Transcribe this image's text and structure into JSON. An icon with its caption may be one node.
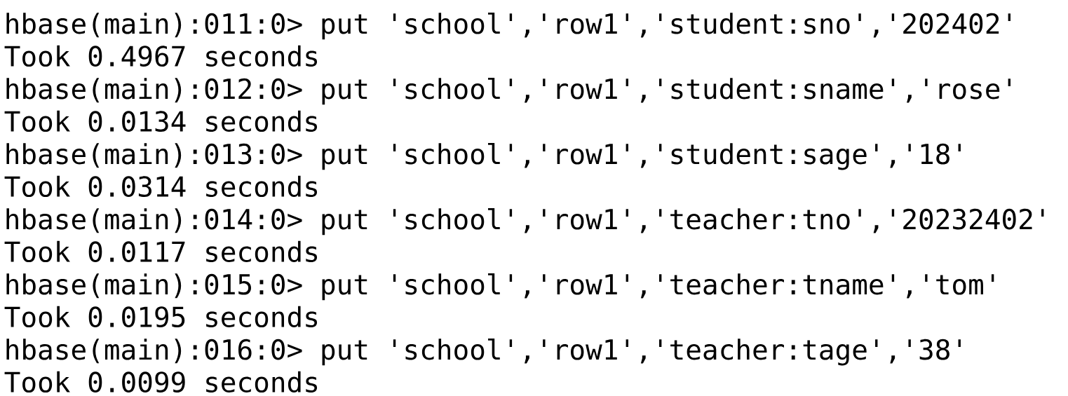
{
  "diagram": {
    "labels": [
      "hbase(main):011:0> put 'school','row1','student:sno','202402'",
      "Took 0.4967 seconds",
      "hbase(main):012:0> put 'school','row1','student:sname','rose'",
      "Took 0.0134 seconds",
      "hbase(main):013:0> put 'school','row1','student:sage','18'",
      "Took 0.0314 seconds",
      "hbase(main):014:0> put 'school','row1','teacher:tno','20232402'",
      "Took 0.0117 seconds",
      "hbase(main):015:0> put 'school','row1','teacher:tname','tom'",
      "Took 0.0195 seconds",
      "hbase(main):016:0> put 'school','row1','teacher:tage','38'",
      "Took 0.0099 seconds"
    ]
  }
}
